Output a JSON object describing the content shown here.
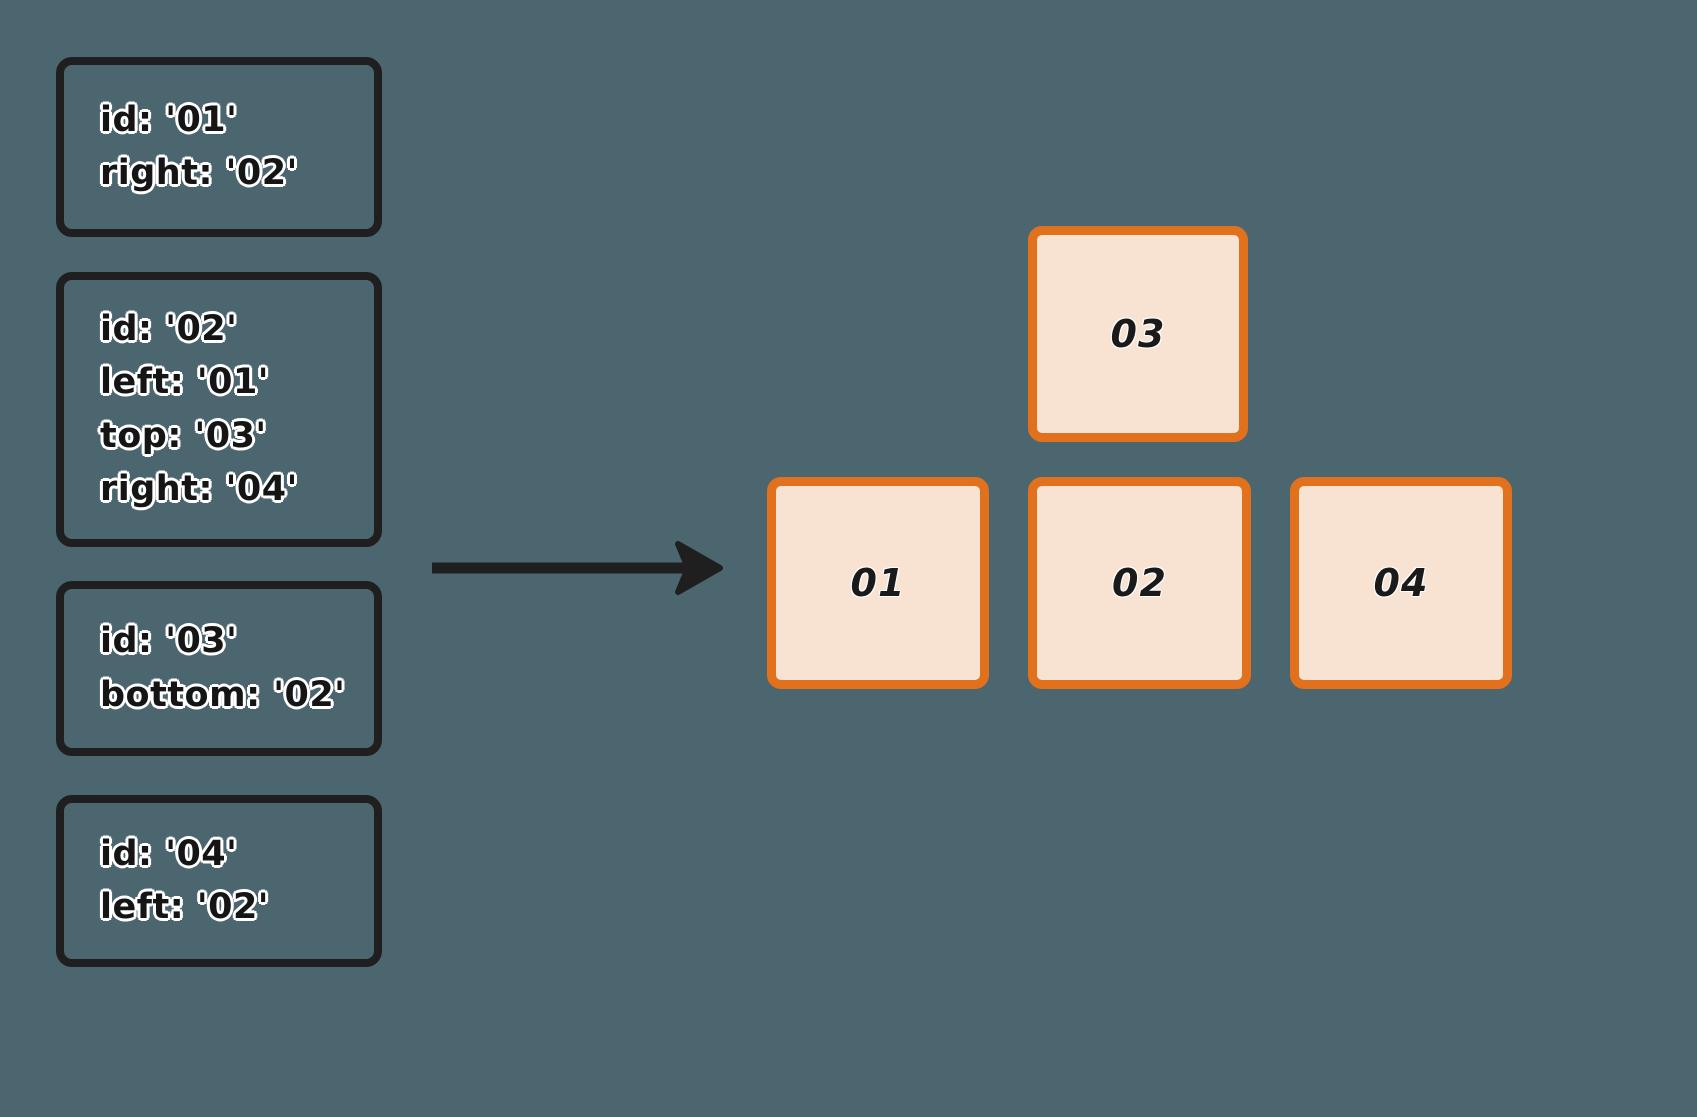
{
  "theme": {
    "background_color": "#4C6670",
    "card_border_color": "#1F1F1F",
    "card_text_color": "#151515",
    "tile_border_color": "#E2711D",
    "tile_fill_color": "#F8E3D3",
    "tile_text_color": "#1A1A1A",
    "arrow_color": "#1F1F1F"
  },
  "spec_cards": [
    {
      "name": "card-01",
      "lines": [
        "id: '01'",
        "right: '02'"
      ]
    },
    {
      "name": "card-02",
      "lines": [
        "id: '02'",
        "left: '01'",
        "top: '03'",
        "right: '04'"
      ]
    },
    {
      "name": "card-03",
      "lines": [
        "id: '03'",
        "bottom: '02'"
      ]
    },
    {
      "name": "card-04",
      "lines": [
        "id: '04'",
        "left: '02'"
      ]
    }
  ],
  "arrow": {
    "icon": "arrow-right-icon",
    "direction": "right"
  },
  "tiles": [
    {
      "name": "tile-03",
      "label": "03",
      "grid_row": 1,
      "grid_col": 2
    },
    {
      "name": "tile-01",
      "label": "01",
      "grid_row": 2,
      "grid_col": 1
    },
    {
      "name": "tile-02",
      "label": "02",
      "grid_row": 2,
      "grid_col": 2
    },
    {
      "name": "tile-04",
      "label": "04",
      "grid_row": 2,
      "grid_col": 3
    }
  ]
}
